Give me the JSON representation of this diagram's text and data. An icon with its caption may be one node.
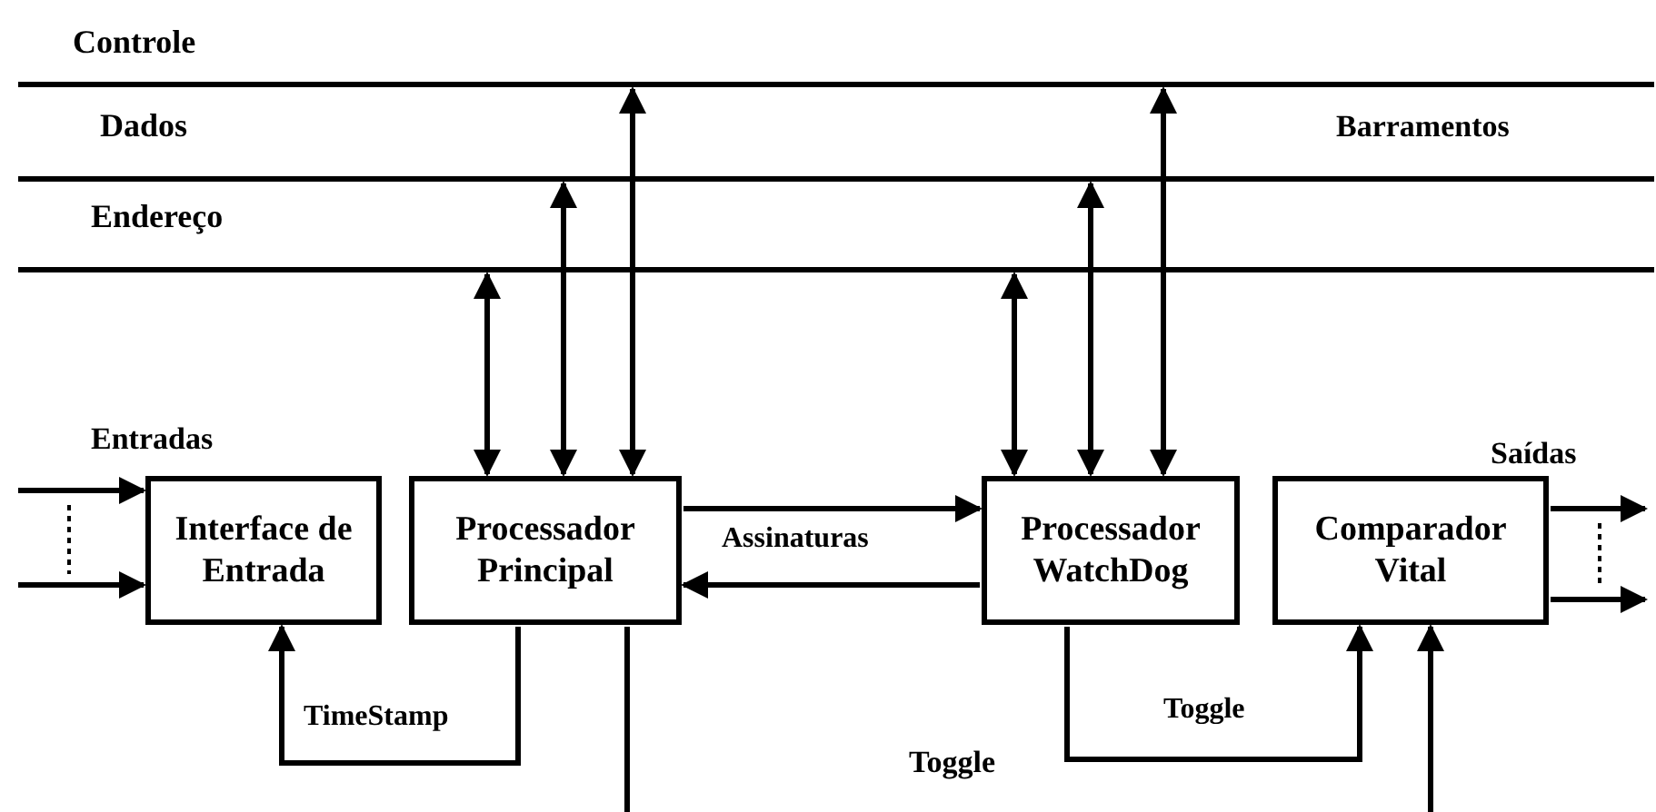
{
  "diagram": {
    "nodes": [
      {
        "text": [
          "Controle"
        ]
      },
      {
        "text": [
          "Dados"
        ]
      },
      {
        "text": [
          "Endereço"
        ]
      },
      {
        "text": [
          "Interface de Entrada"
        ]
      },
      {
        "text": [
          "Processador Principal"
        ]
      },
      {
        "text": [
          "Processador WatchDog"
        ]
      },
      {
        "text": [
          "Comparador Vital"
        ]
      }
    ],
    "edges": [
      {
        "from": null,
        "to": 3,
        "arrow": "to"
      },
      {
        "from": null,
        "to": 3,
        "arrow": "to"
      },
      {
        "from": 4,
        "to": 2,
        "arrow": "both"
      },
      {
        "from": 4,
        "to": 1,
        "arrow": "both"
      },
      {
        "from": 4,
        "to": 0,
        "arrow": "both"
      },
      {
        "from": 5,
        "to": 2,
        "arrow": "both"
      },
      {
        "from": 5,
        "to": 1,
        "arrow": "both"
      },
      {
        "from": 5,
        "to": 0,
        "arrow": "both"
      },
      {
        "from": 4,
        "to": 5,
        "arrow": "to",
        "label": "Assinaturas"
      },
      {
        "from": 5,
        "to": 4,
        "arrow": "to"
      },
      {
        "from": 4,
        "to": 3,
        "arrow": "to",
        "label": "TimeStamp"
      },
      {
        "from": 5,
        "to": 6,
        "arrow": "to",
        "label": "Toggle"
      },
      {
        "from": 4,
        "to": null,
        "arrow": "none"
      },
      {
        "from": null,
        "to": 6,
        "arrow": "to"
      },
      {
        "from": 6,
        "to": null,
        "arrow": "to"
      },
      {
        "from": 6,
        "to": null,
        "arrow": "to"
      }
    ],
    "labels": [
      "Barramentos",
      "Entradas",
      "Saídas",
      "Toggle"
    ]
  }
}
